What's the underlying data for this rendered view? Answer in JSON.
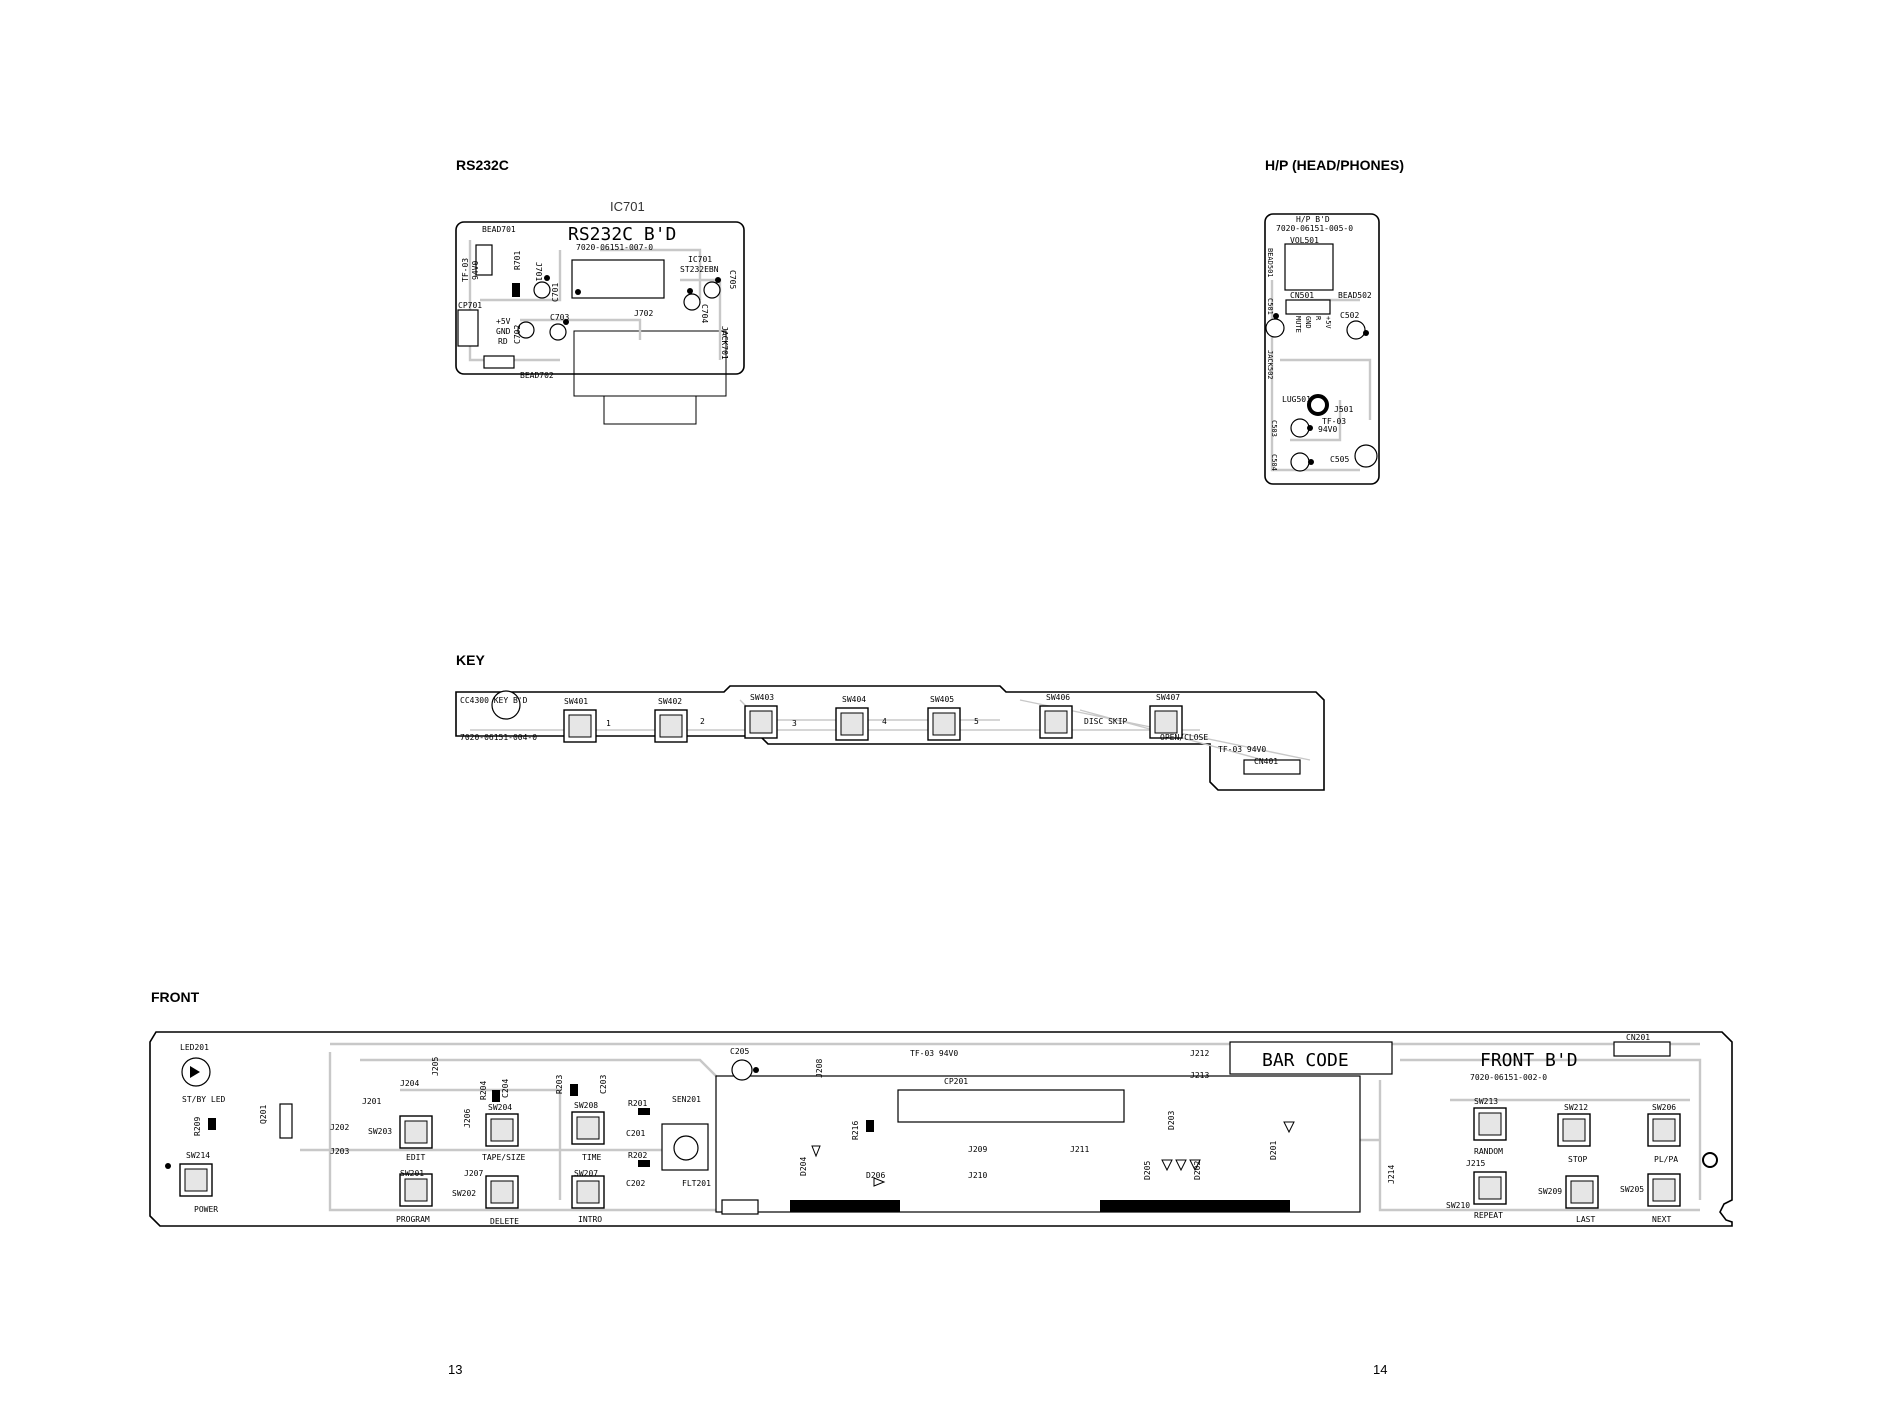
{
  "headings": {
    "rs232c": "RS232C",
    "hp": "H/P (HEAD/PHONES)",
    "key": "KEY",
    "front": "FRONT"
  },
  "page_numbers": {
    "left": "13",
    "right": "14"
  },
  "rs232c_board": {
    "ic_callout": "IC701",
    "title": "RS232C B'D",
    "part_no": "7020-06151-007-0",
    "labels": {
      "bead701": "BEAD701",
      "bead702": "BEAD702",
      "r701": "R701",
      "j701": "J701",
      "j702": "J702",
      "cp701": "CP701",
      "ic701": "IC701",
      "ic_type": "ST232EBN",
      "c701": "C701",
      "c702": "C702",
      "c703": "C703",
      "c704": "C704",
      "c705": "C705",
      "tf03": "TF-03",
      "v94": "94V0",
      "plus5v": "+5V",
      "gnd": "GND",
      "rd": "RD",
      "jack701": "JACK701"
    }
  },
  "hp_board": {
    "title": "H/P B'D",
    "part_no": "7020-06151-005-0",
    "labels": {
      "vol501": "VOL501",
      "bead501": "BEAD501",
      "bead502": "BEAD502",
      "cn501": "CN501",
      "c501": "C501",
      "c502": "C502",
      "c503": "C503",
      "c504": "C504",
      "c505": "C505",
      "mute": "MUTE",
      "gnd": "GND",
      "r": "R",
      "plus5v": "+5V",
      "jack502": "JACK502",
      "lug501": "LUG501",
      "j501": "J501",
      "tf03": "TF-03",
      "v94": "94V0"
    }
  },
  "key_board": {
    "model": "CC4300 KEY B'D",
    "part_no": "7020-06151-004-0",
    "tf_mark": "TF-03 94V0",
    "cn401": "CN401",
    "switches": [
      {
        "ref": "SW401",
        "label": "1"
      },
      {
        "ref": "SW402",
        "label": "2"
      },
      {
        "ref": "SW403",
        "label": "3"
      },
      {
        "ref": "SW404",
        "label": "4"
      },
      {
        "ref": "SW405",
        "label": "5"
      },
      {
        "ref": "SW406",
        "label": "DISC SKIP"
      },
      {
        "ref": "SW407",
        "label": "OPEN/CLOSE"
      }
    ]
  },
  "front_board": {
    "title": "FRONT B'D",
    "part_no": "7020-06151-002-0",
    "bar_code": "BAR CODE",
    "tf_mark": "TF-03 94V0",
    "refs": {
      "led201": "LED201",
      "stby": "ST/BY LED",
      "r209": "R209",
      "q201": "Q201",
      "j201": "J201",
      "j202": "J202",
      "j203": "J203",
      "j204": "J204",
      "j205": "J205",
      "j206": "J206",
      "j207": "J207",
      "j208": "J208",
      "j209": "J209",
      "j210": "J210",
      "j211": "J211",
      "j212": "J212",
      "j213": "J213",
      "j214": "J214",
      "j215": "J215",
      "r204": "R204",
      "c204": "C204",
      "r203": "R203",
      "c203": "C203",
      "r201": "R201",
      "c201": "C201",
      "r202": "R202",
      "c202": "C202",
      "sen201": "SEN201",
      "flt201": "FLT201",
      "c205": "C205",
      "cp201": "CP201",
      "r216": "R216",
      "d204": "D204",
      "d206": "D206",
      "d203": "D203",
      "d205": "D205",
      "d202": "D202",
      "d201": "D201",
      "cn201": "CN201"
    },
    "switches": [
      {
        "ref": "SW214",
        "label": "POWER"
      },
      {
        "ref": "SW203",
        "label": "EDIT"
      },
      {
        "ref": "SW201",
        "label": "PROGRAM"
      },
      {
        "ref": "SW204",
        "label": "TAPE/SIZE"
      },
      {
        "ref": "SW202",
        "label": "DELETE"
      },
      {
        "ref": "SW208",
        "label": "TIME"
      },
      {
        "ref": "SW207",
        "label": "INTRO"
      },
      {
        "ref": "SW213",
        "label": "RANDOM"
      },
      {
        "ref": "SW210",
        "label": "REPEAT"
      },
      {
        "ref": "SW212",
        "label": "STOP"
      },
      {
        "ref": "SW209",
        "label": "LAST"
      },
      {
        "ref": "SW206",
        "label": "PL/PA"
      },
      {
        "ref": "SW205",
        "label": "NEXT"
      }
    ]
  }
}
